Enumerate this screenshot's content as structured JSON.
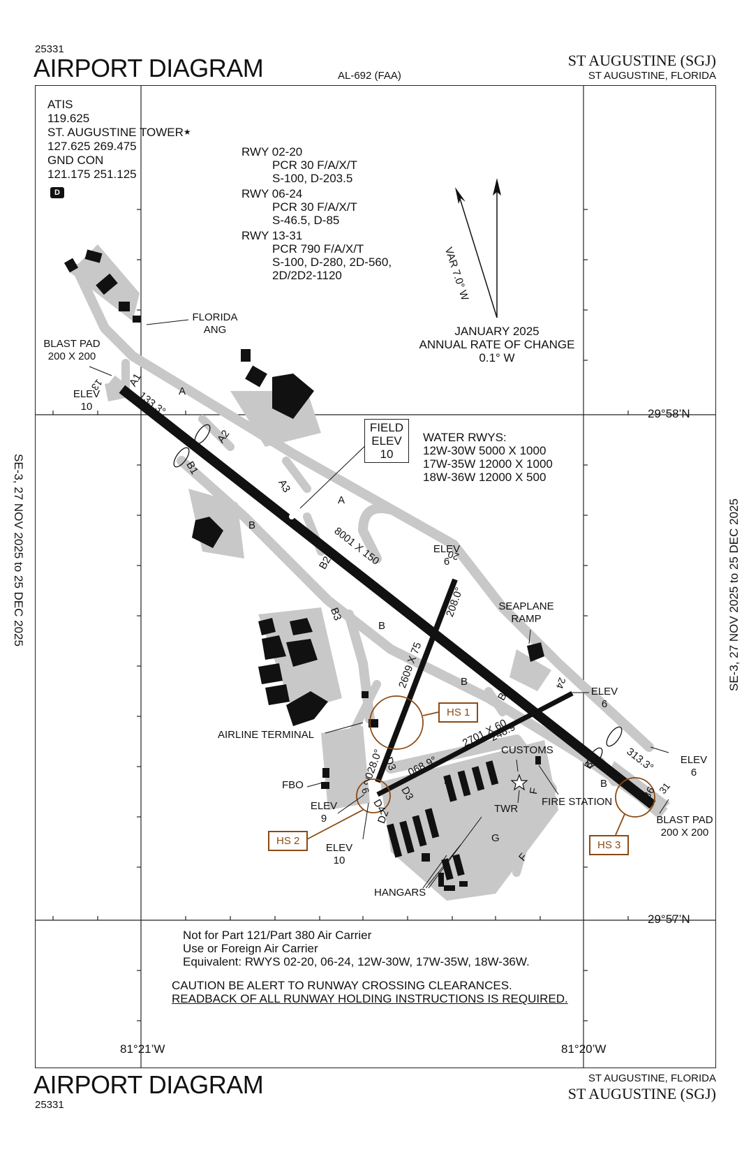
{
  "header": {
    "doc_number": "25331",
    "title": "AIRPORT DIAGRAM",
    "procedure_id": "AL-692 (FAA)",
    "airport_name": "ST AUGUSTINE (SGJ)",
    "city_state": "ST AUGUSTINE, FLORIDA"
  },
  "footer": {
    "doc_number": "25331",
    "title": "AIRPORT DIAGRAM",
    "airport_name": "ST AUGUSTINE (SGJ)",
    "city_state": "ST AUGUSTINE, FLORIDA"
  },
  "side_dates": {
    "left": "SE-3,  27 NOV 2025  to  25 DEC 2025",
    "right": "SE-3,  27 NOV 2025  to  25 DEC 2025"
  },
  "frequencies": {
    "atis_label": "ATIS",
    "atis_freq": "119.625",
    "tower_label": "ST. AUGUSTINE TOWER",
    "tower_star": "★",
    "tower_freq": "127.625  269.475",
    "gnd_label": "GND CON",
    "gnd_freq": "121.175  251.125",
    "d_symbol": "D"
  },
  "runway_strength": [
    {
      "rwy": "RWY 02-20",
      "lines": [
        "PCR 30 F/A/X/T",
        "S-100, D-203.5"
      ]
    },
    {
      "rwy": "RWY 06-24",
      "lines": [
        "PCR 30 F/A/X/T",
        "S-46.5, D-85"
      ]
    },
    {
      "rwy": "RWY 13-31",
      "lines": [
        "PCR 790 F/A/X/T",
        "S-100, D-280, 2D-560,",
        "2D/2D2-1120"
      ]
    }
  ],
  "magnetic_variation": {
    "var_label": "VAR 7.0° W",
    "date": "JANUARY 2025",
    "rate_label": "ANNUAL RATE OF CHANGE",
    "rate_value": "0.1° W"
  },
  "coordinates": {
    "lat_north": "29°58’N",
    "lat_south": "29°57’N",
    "lon_west": "81°21’W",
    "lon_east": "81°20’W"
  },
  "field_elevation": {
    "label_line1": "FIELD",
    "label_line2": "ELEV",
    "value": "10"
  },
  "water_runways": {
    "title": "WATER RWYS:",
    "items": [
      "12W-30W 5000 X 1000",
      "17W-35W 12000 X 1000",
      "18W-36W 12000 X 500"
    ]
  },
  "runways": [
    {
      "id": "13-31",
      "dims": "8001 X 150",
      "heading_a": "133.3°",
      "heading_b": "313.3°",
      "end_a": "13",
      "end_b": "31"
    },
    {
      "id": "02-20",
      "dims": "2609 X 75",
      "heading_a": "028.0°",
      "heading_b": "208.0°",
      "end_a": "2",
      "end_b": "20"
    },
    {
      "id": "06-24",
      "dims": "2701 X 60",
      "heading_a": "068.9°",
      "heading_b": "248.9°",
      "end_a": "6",
      "end_b": "24"
    }
  ],
  "elevations": [
    {
      "label": "ELEV",
      "value": "10"
    },
    {
      "label": "ELEV",
      "value": "6"
    },
    {
      "label": "ELEV",
      "value": "6"
    },
    {
      "label": "ELEV",
      "value": "6"
    },
    {
      "label": "ELEV",
      "value": "9"
    },
    {
      "label": "ELEV",
      "value": "10"
    }
  ],
  "blast_pads": [
    {
      "label": "BLAST PAD",
      "dims": "200 X 200"
    },
    {
      "label": "BLAST PAD",
      "dims": "200 X 200"
    }
  ],
  "taxiways": [
    "A",
    "A1",
    "A2",
    "A3",
    "A",
    "B1",
    "B",
    "B2",
    "B3",
    "B",
    "B",
    "B4",
    "B5",
    "B6",
    "B",
    "D",
    "D2",
    "D3",
    "D3",
    "D4",
    "F",
    "F",
    "G"
  ],
  "hot_spots": [
    "HS 1",
    "HS 2",
    "HS 3"
  ],
  "facility_labels": {
    "florida_ang": [
      "FLORIDA",
      "ANG"
    ],
    "seaplane_ramp": [
      "SEAPLANE",
      "RAMP"
    ],
    "airline_terminal": "AIRLINE TERMINAL",
    "fbo": "FBO",
    "customs": "CUSTOMS",
    "fire_station": "FIRE STATION",
    "twr": "TWR",
    "hangars": "HANGARS"
  },
  "notes": {
    "line1": "Not for Part 121/Part 380 Air Carrier",
    "line2": "Use or Foreign Air Carrier",
    "line3": "Equivalent: RWYS 02-20, 06-24, 12W-30W, 17W-35W, 18W-36W.",
    "caution1": "CAUTION BE ALERT TO RUNWAY CROSSING CLEARANCES.",
    "caution2": "READBACK OF ALL RUNWAY HOLDING INSTRUCTIONS IS REQUIRED."
  },
  "colors": {
    "runway": "#111111",
    "taxiway": "#c8c8c8",
    "building": "#111111",
    "hotspot": "#8B4A12",
    "frame": "#222222"
  }
}
